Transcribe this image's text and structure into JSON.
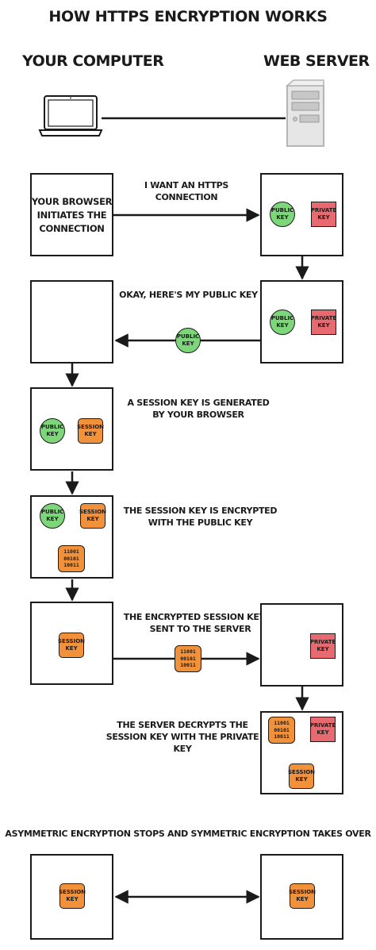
{
  "title": "HOW HTTPS ENCRYPTION WORKS",
  "headers": {
    "left": "YOUR COMPUTER",
    "right": "WEB SERVER"
  },
  "keys": {
    "public": "PUBLIC KEY",
    "private": "PRIVATE KEY",
    "session": "SESSION KEY",
    "encrypted": "11001\n00101\n10011"
  },
  "steps": [
    {
      "left_box_text": "YOUR BROWSER\nINITIATES THE\nCONNECTION",
      "caption": "I WANT AN HTTPS CONNECTION"
    },
    {
      "caption": "OKAY, HERE'S MY PUBLIC KEY"
    },
    {
      "caption": "A SESSION KEY IS GENERATED\nBY YOUR BROWSER"
    },
    {
      "caption": "THE SESSION KEY IS ENCRYPTED\nWITH THE PUBLIC KEY"
    },
    {
      "caption": "THE ENCRYPTED SESSION KEY IS\nSENT TO THE SERVER"
    },
    {
      "caption": "THE SERVER DECRYPTS THE\nSESSION KEY WITH THE PRIVATE KEY"
    }
  ],
  "footer": "ASYMMETRIC ENCRYPTION STOPS AND SYMMETRIC ENCRYPTION TAKES OVER",
  "colors": {
    "public_key": "#7dd67a",
    "private_key": "#e66a70",
    "session_key": "#f1923a",
    "outline": "#1a1a1a"
  }
}
